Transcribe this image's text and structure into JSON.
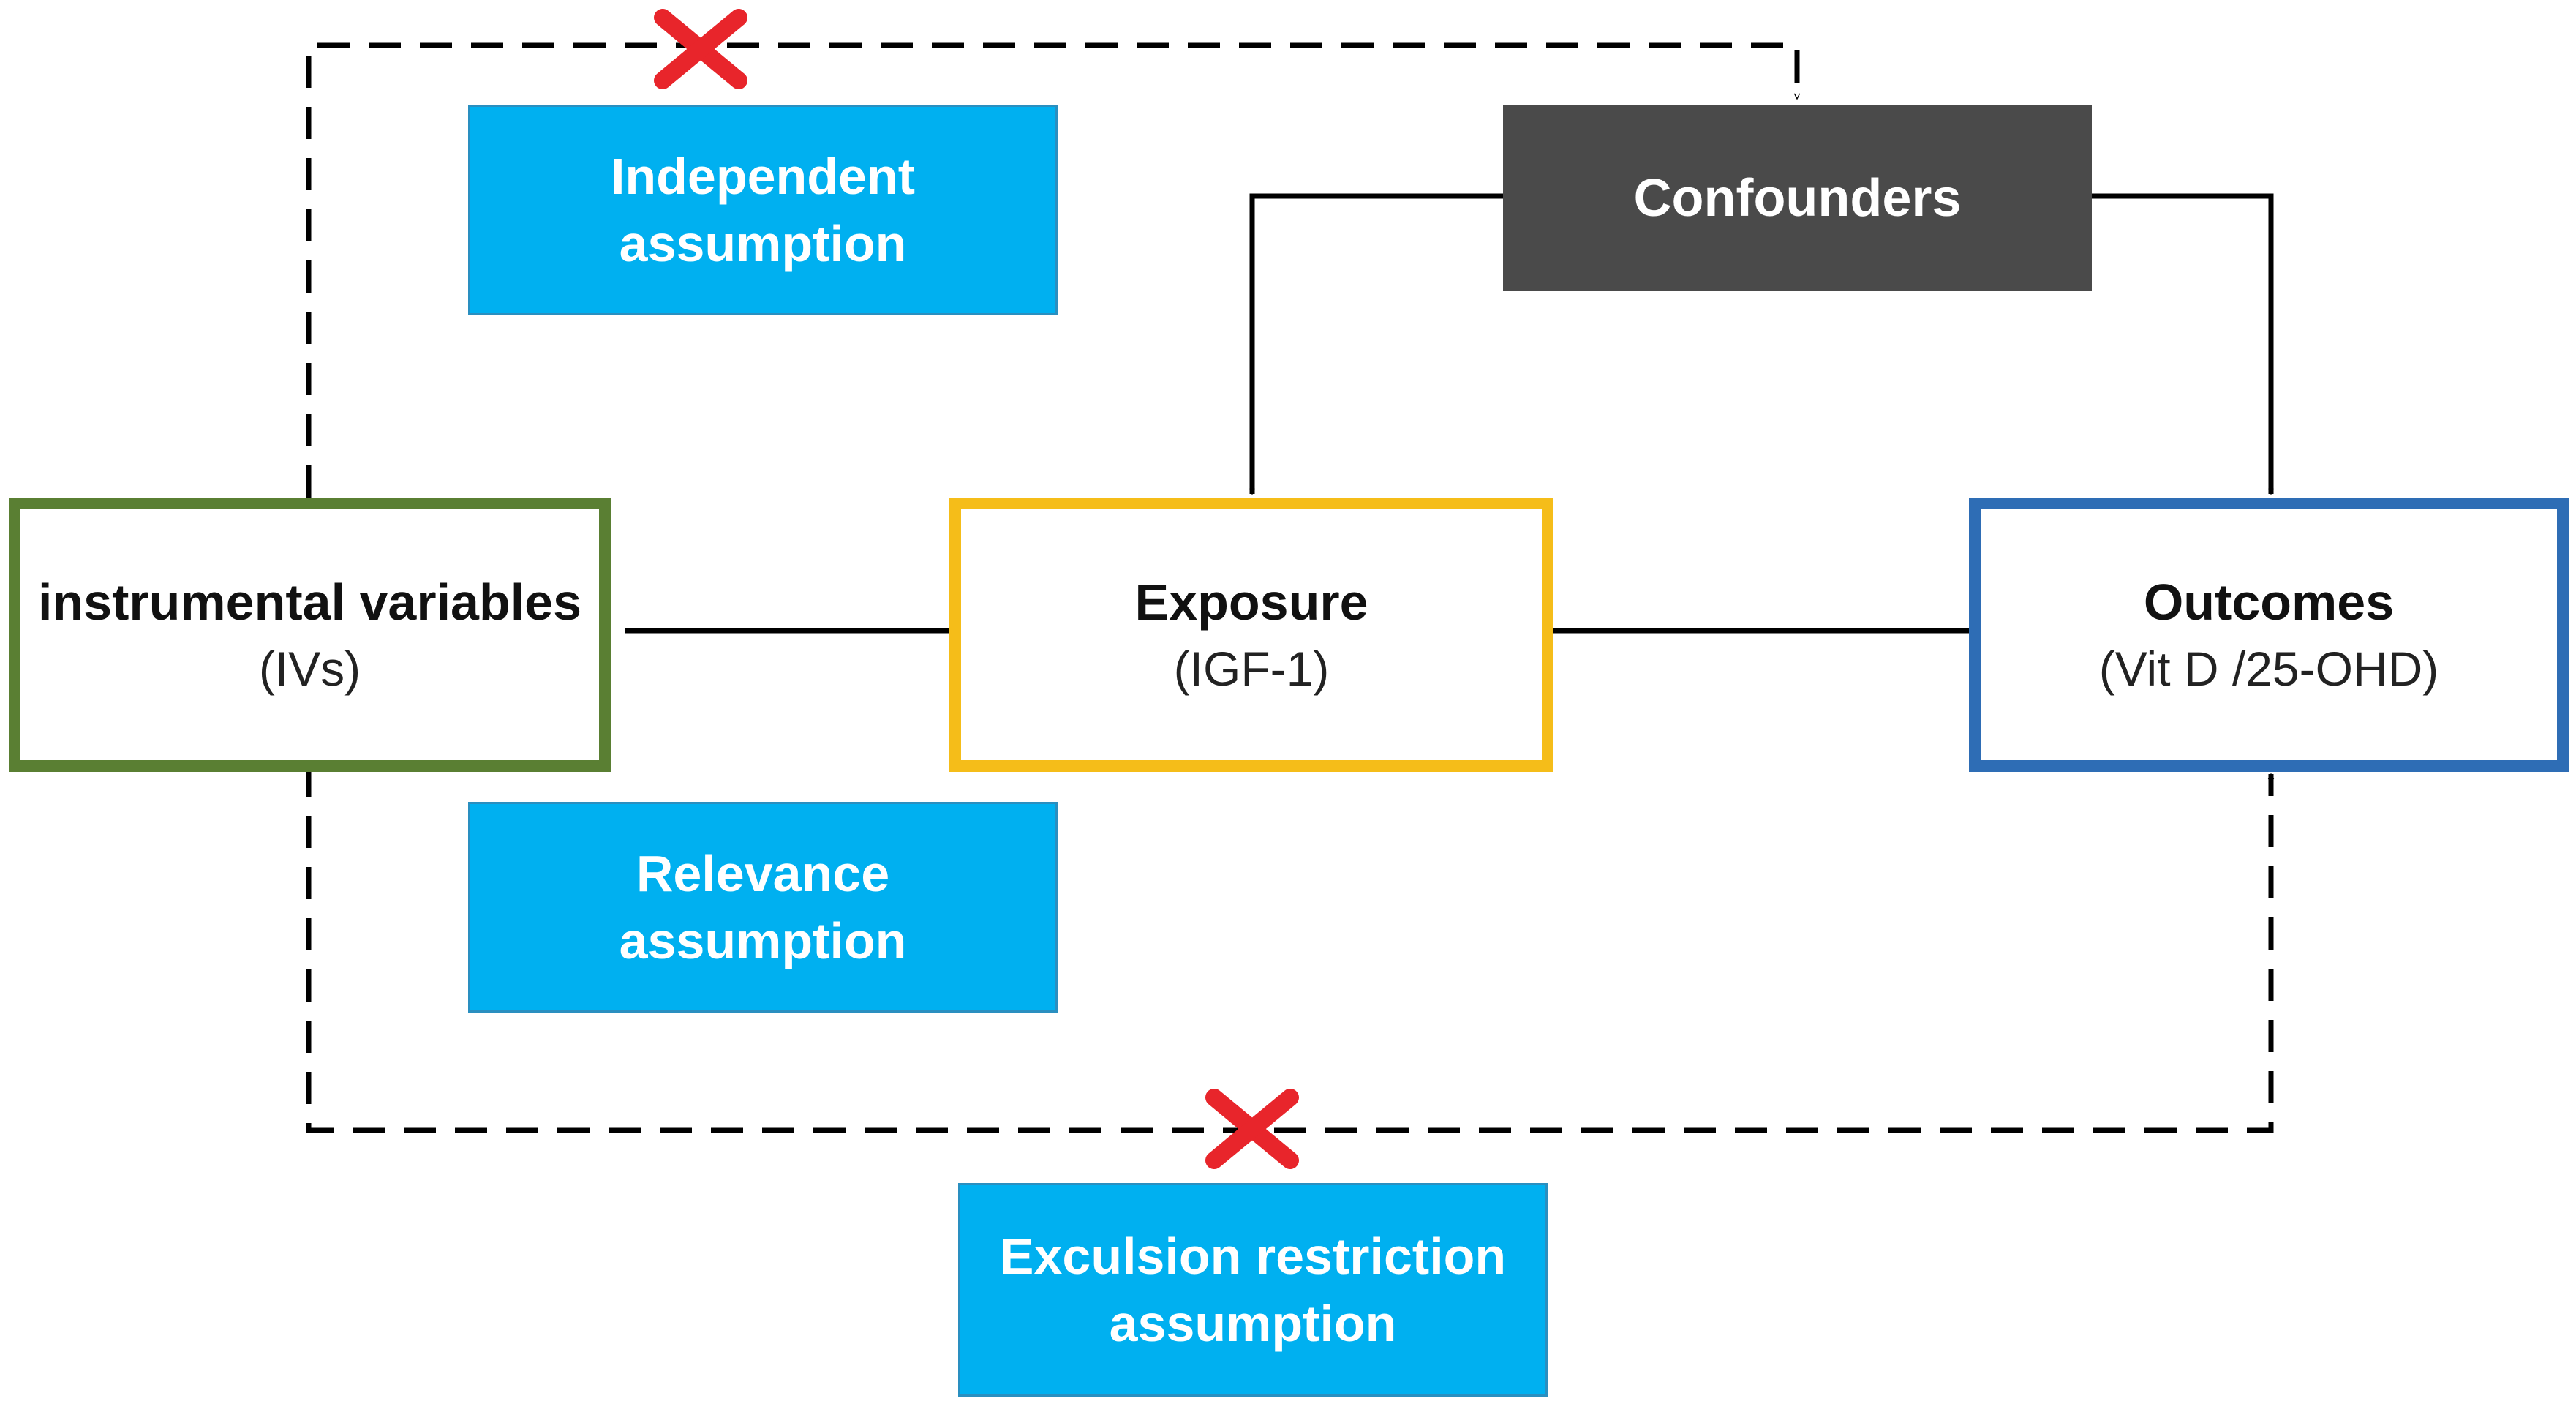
{
  "nodes": {
    "ivs": {
      "title": "instrumental variables",
      "sub": "(IVs)",
      "border_color": "#5a7f33"
    },
    "exposure": {
      "title": "Exposure",
      "sub": "(IGF-1)",
      "border_color": "#f5bd19"
    },
    "outcomes": {
      "title": "Outcomes",
      "sub": "(Vit D /25-OHD)",
      "border_color": "#2e6db5"
    },
    "confounders": {
      "title": "Confounders",
      "fill_color": "#4a4a4a"
    }
  },
  "assumptions": {
    "independent": {
      "line1": "Independent",
      "line2": "assumption"
    },
    "relevance": {
      "line1": "Relevance",
      "line2": "assumption"
    },
    "exclusion": {
      "line1": "Exculsion restriction",
      "line2": "assumption"
    },
    "fill_color": "#00b0f0"
  },
  "violation_marks": {
    "color": "#e8252b",
    "icon": "red-x-icon",
    "count": 2
  }
}
